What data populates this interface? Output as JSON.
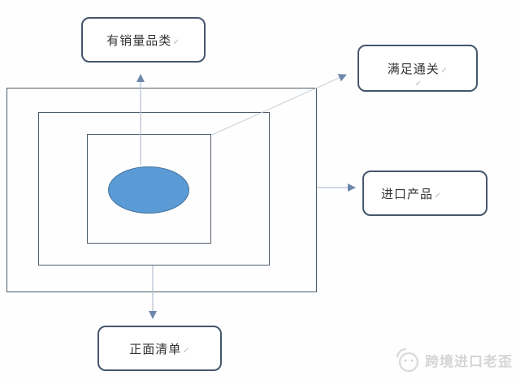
{
  "diagram": {
    "nodes": [
      {
        "label": "有销量品类"
      },
      {
        "label": "满足通关"
      },
      {
        "label": "进口产品"
      },
      {
        "label": "正面清单"
      }
    ],
    "return_mark": "↙",
    "colors": {
      "node_border": "#44566b",
      "rect_border": "#4e5c6a",
      "ellipse_fill": "#5b9bd5",
      "ellipse_border": "#41719c",
      "arrow_line": "#b5c0d0",
      "arrow_head": "#6e88aa",
      "label_text": "#333333",
      "watermark_text": "#d5d5d5"
    }
  },
  "watermark": {
    "text": "跨境进口老歪"
  }
}
